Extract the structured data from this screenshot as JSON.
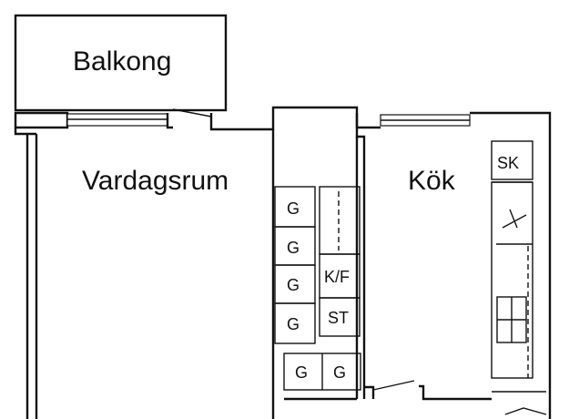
{
  "rooms": {
    "balcony": "Balkong",
    "living_room": "Vardagsrum",
    "kitchen": "Kök"
  },
  "wardrobes": [
    "G",
    "G",
    "G",
    "G",
    "G",
    "G"
  ],
  "kitchen_units": {
    "fridge_freezer": "K/F",
    "storage": "ST",
    "cabinet": "SK"
  },
  "colors": {
    "line": "#111111",
    "background": "#ffffff"
  }
}
